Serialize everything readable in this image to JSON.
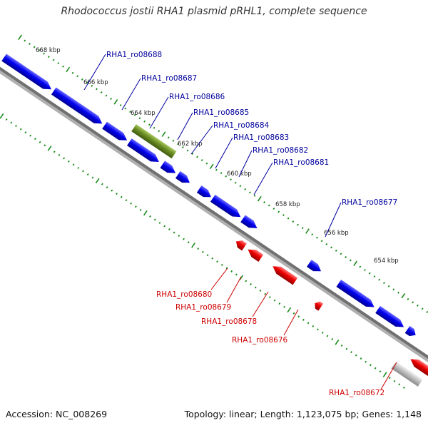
{
  "title": "Rhodococcus jostii RHA1 plasmid pRHL1, complete sequence",
  "footer": {
    "accession": "Accession: NC_008269",
    "topology": "Topology: linear; Length: 1,123,075 bp; Genes: 1,148"
  },
  "colors": {
    "forward_gene": "#0000ee",
    "reverse_gene": "#ee0000",
    "highlight_gene": "#6b8e23",
    "pseudo_gene": "#c0c0c0",
    "forward_label": "#00009c",
    "reverse_label": "#cc0000",
    "tick": "#1a8c1a",
    "backbone": "#808080"
  },
  "scale": {
    "unit": "kbp",
    "major_ticks": [
      "668 kbp",
      "666 kbp",
      "664 kbp",
      "662 kbp",
      "660 kbp",
      "658 kbp",
      "656 kbp",
      "654 kbp"
    ]
  },
  "forward_labels": [
    "RHA1_ro08688",
    "RHA1_ro08687",
    "RHA1_ro08686",
    "RHA1_ro08685",
    "RHA1_ro08684",
    "RHA1_ro08683",
    "RHA1_ro08682",
    "RHA1_ro08681",
    "RHA1_ro08677"
  ],
  "reverse_labels": [
    "RHA1_ro08680",
    "RHA1_ro08679",
    "RHA1_ro08678",
    "RHA1_ro08676",
    "RHA1_ro08672"
  ]
}
